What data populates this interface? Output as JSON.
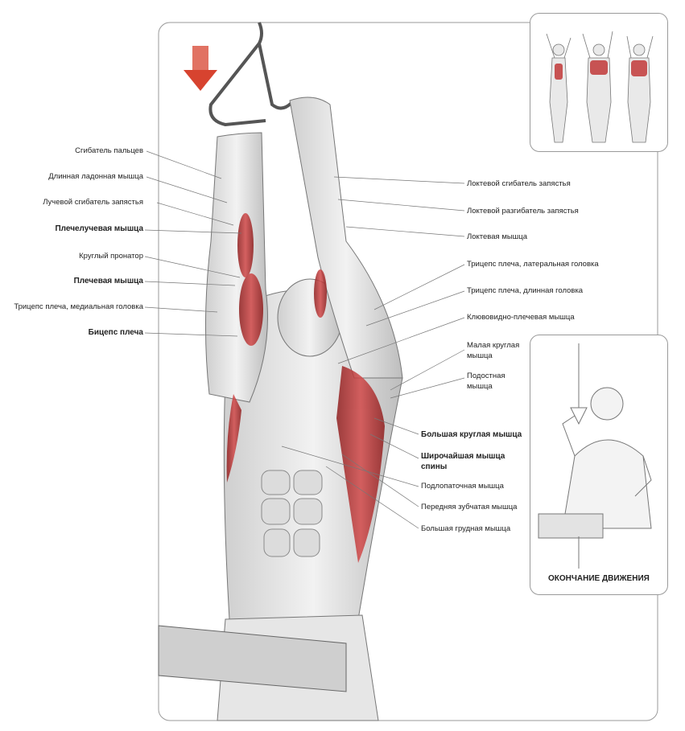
{
  "labels_left": [
    {
      "text": "Сгибатель пальцев",
      "bold": false
    },
    {
      "text": "Длинная ладонная мышца",
      "bold": false
    },
    {
      "text": "Лучевой сгибатель запястья",
      "bold": false
    },
    {
      "text": "Плечелучевая мышца",
      "bold": true
    },
    {
      "text": "Круглый пронатор",
      "bold": false
    },
    {
      "text": "Плечевая мышца",
      "bold": true
    },
    {
      "text": "Трицепс плеча, медиальная головка",
      "bold": false
    },
    {
      "text": "Бицепс плеча",
      "bold": true
    }
  ],
  "labels_right": [
    {
      "text": "Локтевой сгибатель запястья",
      "bold": false
    },
    {
      "text": "Локтевой разгибатель запястья",
      "bold": false
    },
    {
      "text": "Локтевая мышца",
      "bold": false
    },
    {
      "text": "Трицепс плеча, латеральная головка",
      "bold": false
    },
    {
      "text": "Трицепс плеча, длинная головка",
      "bold": false
    },
    {
      "text": "Клювовидно-плечевая мышца",
      "bold": false
    },
    {
      "text": "Малая круглая мышца",
      "bold": false
    },
    {
      "text": "Подостная мышца",
      "bold": false
    },
    {
      "text": "Большая круглая мышца",
      "bold": true
    },
    {
      "text": "Широчайшая мышца спины",
      "bold": true
    },
    {
      "text": "Подлопаточная мышца",
      "bold": false
    },
    {
      "text": "Передняя зубчатая мышца",
      "bold": false
    },
    {
      "text": "Большая грудная мышца",
      "bold": false
    }
  ],
  "end_panel": {
    "caption": "ОКОНЧАНИЕ ДВИЖЕНИЯ"
  },
  "colors": {
    "muscle": "#c23a3a",
    "arrow": "#d7432f",
    "line": "#666666",
    "frame": "#9a9a9a"
  }
}
